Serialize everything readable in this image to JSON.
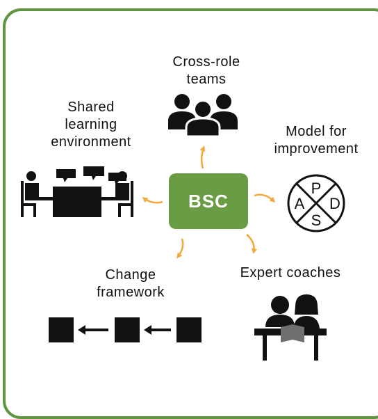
{
  "colors": {
    "frame": "#5f9440",
    "center": "#6a9c45",
    "arrow": "#f0a93a",
    "ink": "#111111",
    "book": "#6e6e6e"
  },
  "center": {
    "label": "BSC"
  },
  "nodes": {
    "cross_role": {
      "label": "Cross-role\nteams",
      "icon": "people-group-icon"
    },
    "shared": {
      "label": "Shared\nlearning\nenvironment",
      "icon": "meeting-table-icon"
    },
    "model": {
      "label": "Model for\nimprovement",
      "icon": "pdsa-cycle-icon"
    },
    "change": {
      "label": "Change\nframework",
      "icon": "flow-squares-icon"
    },
    "coaches": {
      "label": "Expert coaches",
      "icon": "coaches-reading-icon"
    }
  },
  "pdsa": {
    "p": "P",
    "d": "D",
    "s": "S",
    "a": "A"
  }
}
